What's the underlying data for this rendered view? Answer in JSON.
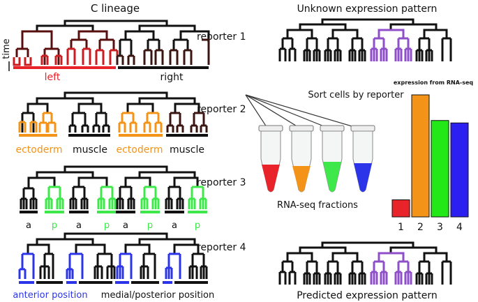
{
  "left_title": "C lineage",
  "time_label": "time",
  "reporters": [
    {
      "label": "reporter 1",
      "segments": [
        "left",
        "right"
      ]
    },
    {
      "label": "reporter 2",
      "segments": [
        "ectoderm",
        "muscle",
        "ectoderm",
        "muscle"
      ]
    },
    {
      "label": "reporter 3",
      "segments": [
        "a",
        "p",
        "a",
        "p",
        "a",
        "p",
        "a",
        "p"
      ]
    },
    {
      "label": "reporter 4",
      "segments": [
        "anterior position",
        "medial/posterior position"
      ]
    }
  ],
  "unknown_title": "Unknown expression pattern",
  "sort_label": "Sort cells by reporter",
  "fractions_label": "RNA-seq fractions",
  "predicted_title": "Predicted expression pattern",
  "colors": {
    "red": "#e8232a",
    "orange": "#f39419",
    "green": "#3ee84a",
    "blue": "#2b34e8",
    "purple": "#8e4fc9",
    "dark_red": "#5a0f0f",
    "dark_brown": "#2a1411"
  },
  "chart_data": {
    "type": "bar",
    "title": "expression from RNA-seq",
    "categories": [
      "1",
      "2",
      "3",
      "4"
    ],
    "values": [
      0.14,
      1.0,
      0.79,
      0.77
    ],
    "colors": [
      "#e8232a",
      "#f39419",
      "#23e817",
      "#2b20f0"
    ],
    "ylim": [
      0,
      1
    ]
  }
}
